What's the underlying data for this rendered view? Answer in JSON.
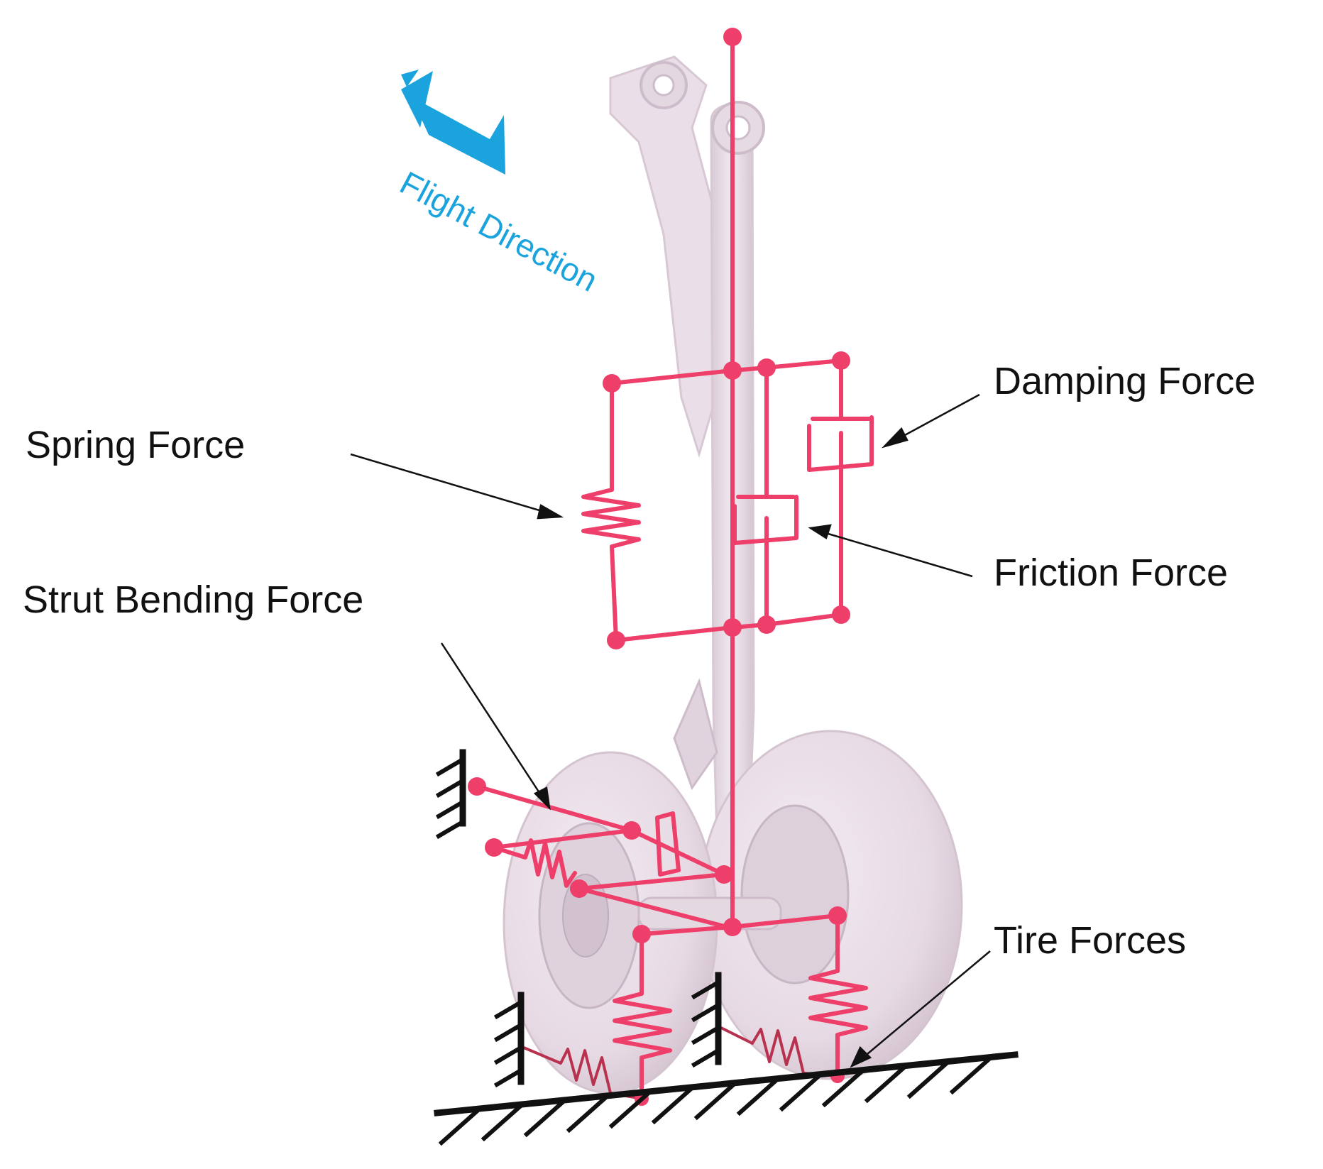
{
  "diagram": {
    "labels": {
      "damping": "Damping Force",
      "spring": "Spring Force",
      "friction": "Friction Force",
      "strut": "Strut Bending Force",
      "tire": "Tire Forces",
      "flight_direction": "Flight Direction"
    },
    "colors": {
      "model_lines": "#ee3f6a",
      "ground": "#111111",
      "direction_arrow": "#1aa3dc",
      "gear_body": "#eadfe8",
      "gear_shadow": "#d9c9d6"
    },
    "icons": {
      "spring": "zigzag-spring-icon",
      "damper": "dashpot-icon",
      "ground": "hatched-ground-icon",
      "direction": "arrow-icon"
    }
  }
}
